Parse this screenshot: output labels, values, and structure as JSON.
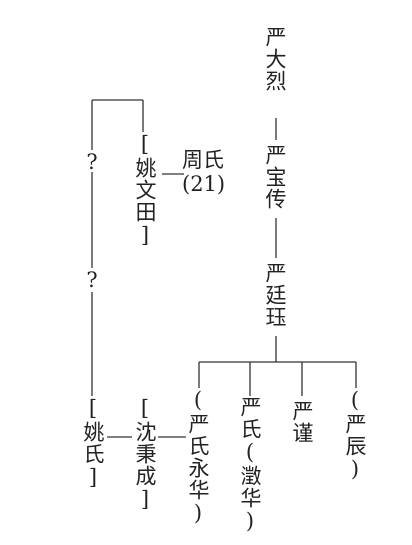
{
  "nodes": {
    "yan_dalie": "严大烈",
    "yan_baochuan": "严宝传",
    "yan_tingyu": "严廷珏",
    "yao_wentian": "[姚文田]",
    "zhou_shi_name": "周氏",
    "zhou_shi_note": "(21)",
    "unknown_upper": "?",
    "unknown_lower": "?",
    "yao_shi": "[姚氏]",
    "shen_bingcheng": "[沈秉成]",
    "yan_shi_yonghua": "(严氏永华)",
    "yan_shi_chenghua": "严氏(澂华)",
    "yan_jin": "严谨",
    "yan_chen": "(严辰)"
  },
  "colors": {
    "ink": "#222222",
    "line": "#333333",
    "background": "#ffffff"
  }
}
